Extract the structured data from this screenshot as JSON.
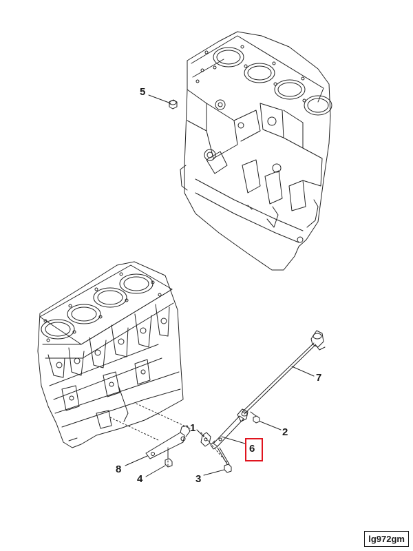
{
  "callouts": {
    "c1": "1",
    "c2": "2",
    "c3": "3",
    "c4": "4",
    "c5": "5",
    "c6": "6",
    "c7": "7",
    "c8": "8"
  },
  "highlighted_callout": "6",
  "highlight_color": "#e0141e",
  "figure_id": "lg972gm"
}
